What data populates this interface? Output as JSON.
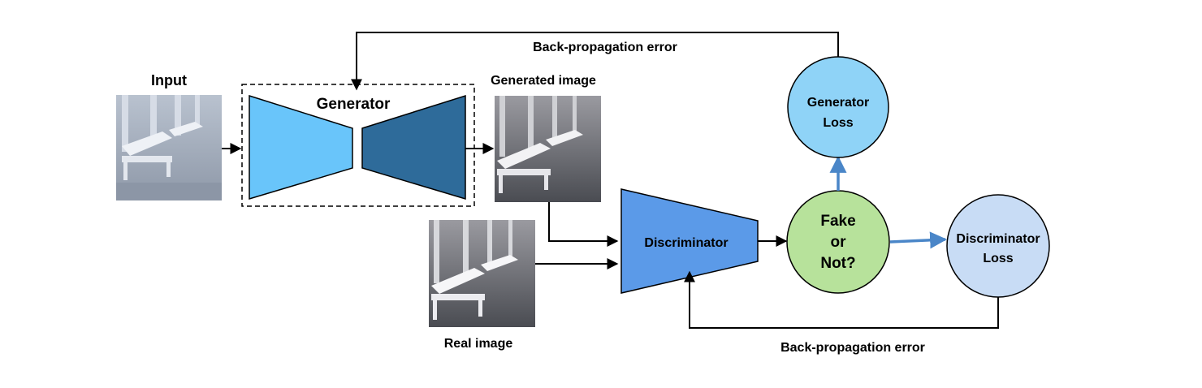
{
  "labels": {
    "input": "Input",
    "generator": "Generator",
    "generated_image": "Generated image",
    "real_image": "Real image",
    "discriminator": "Discriminator",
    "decision_line1": "Fake",
    "decision_line2": "or",
    "decision_line3": "Not?",
    "generator_loss_line1": "Generator",
    "generator_loss_line2": "Loss",
    "discriminator_loss_line1": "Discriminator",
    "discriminator_loss_line2": "Loss",
    "backprop_top": "Back-propagation error",
    "backprop_bottom": "Back-propagation error"
  },
  "colors": {
    "encoder": "#69c5fa",
    "decoder": "#2e6b9a",
    "discriminator": "#5b9ae8",
    "decision": "#b7e29b",
    "generator_loss": "#8fd3f7",
    "discriminator_loss": "#c8dcf5",
    "blue_arrow": "#4a86c8",
    "line": "#000000"
  }
}
